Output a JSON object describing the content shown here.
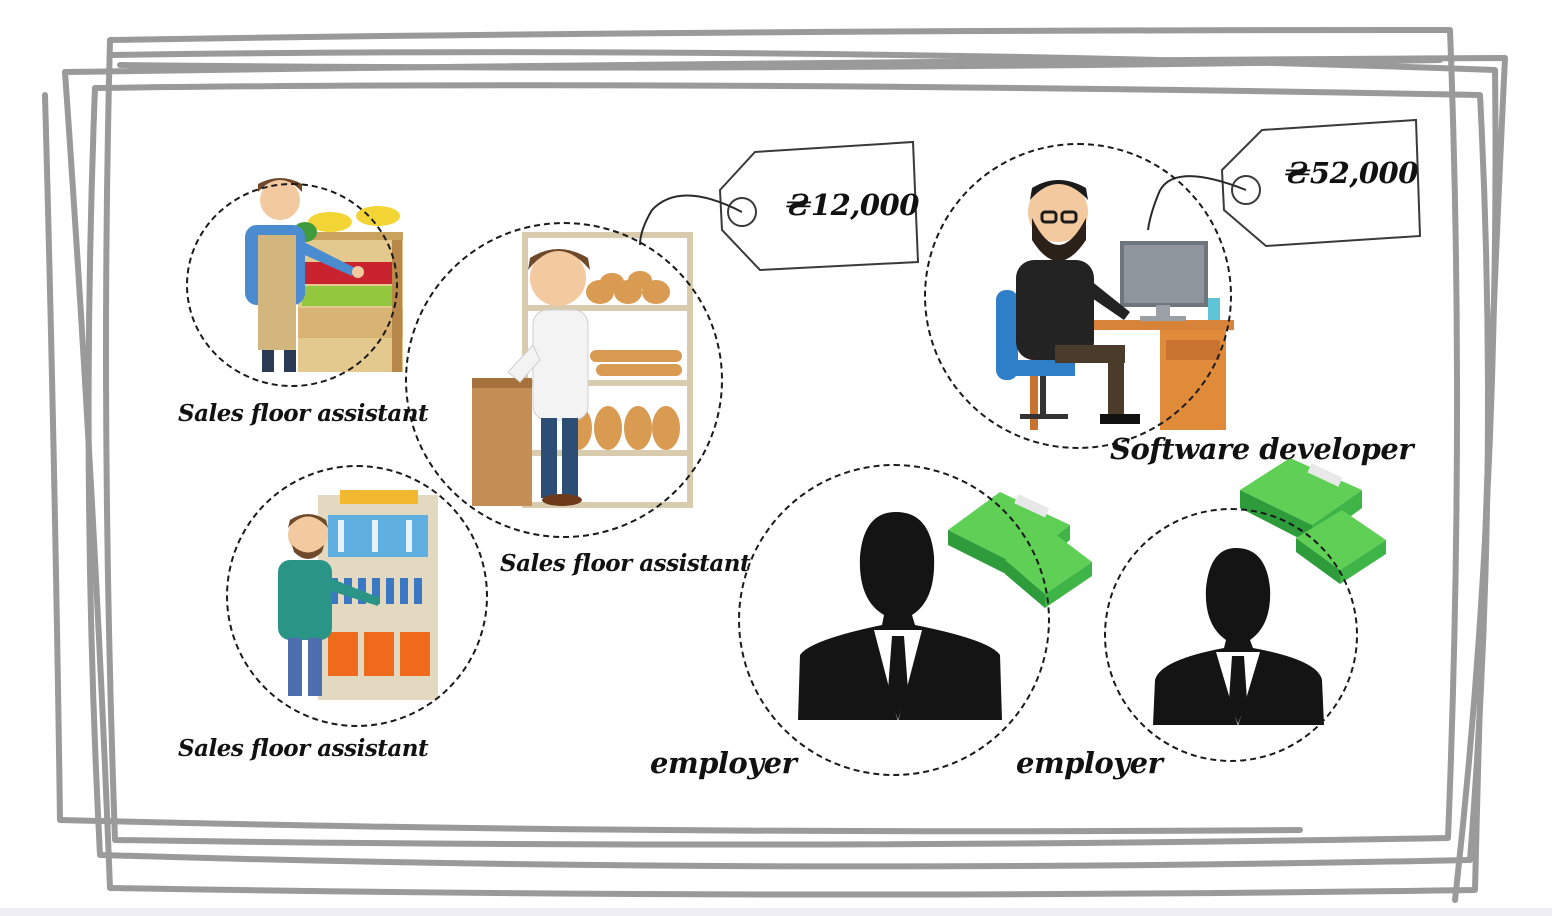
{
  "roles": {
    "assistant_top_left": "Sales floor assistant",
    "assistant_center": "Sales floor assistant",
    "assistant_bottom_left": "Sales floor assistant",
    "developer": "Software developer",
    "employer_left": "employer",
    "employer_right": "employer"
  },
  "price_tags": {
    "assistant_salary": "₴12,000",
    "developer_salary": "₴52,000"
  },
  "icons": [
    "greengrocer-illustration",
    "baker-illustration",
    "shopkeeper-illustration",
    "developer-at-desk-illustration",
    "businessman-silhouette-icon",
    "money-stack-icon",
    "price-tag-icon"
  ],
  "colors": {
    "frame": "#9a9a9a",
    "dashed_border": "#1a1a1a",
    "money_green": "#3fae45",
    "silhouette": "#111111"
  }
}
